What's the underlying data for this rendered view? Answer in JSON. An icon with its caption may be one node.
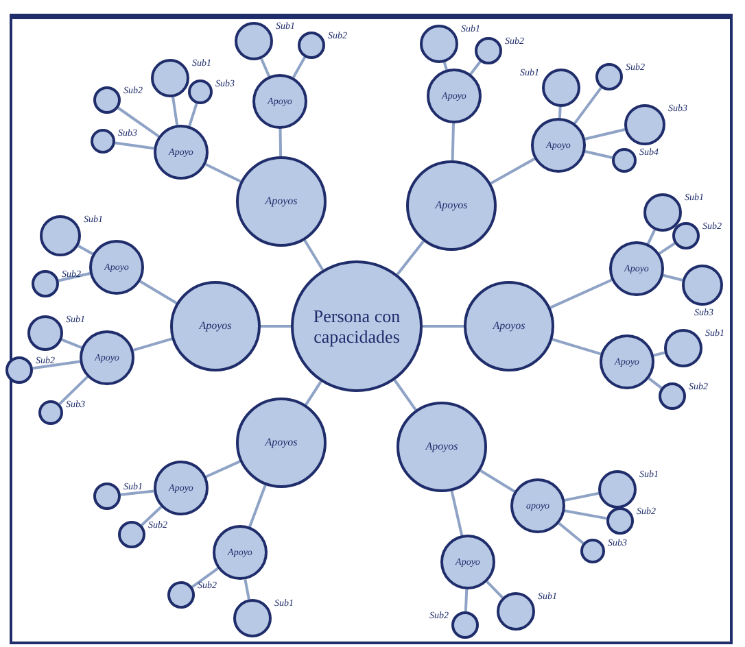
{
  "diagram": {
    "nodes": [
      {
        "text": [
          "Persona con capacidades"
        ]
      },
      {
        "text": [
          "Apoyos"
        ]
      },
      {
        "text": [
          "Apoyo"
        ]
      },
      {
        "text": [],
        "shape": "circle",
        "beside": [
          "Sub1"
        ]
      },
      {
        "text": [],
        "shape": "circle",
        "beside": [
          "Sub2"
        ]
      },
      {
        "text": [],
        "shape": "circle",
        "beside": [
          "Sub3"
        ]
      },
      {
        "text": [],
        "shape": "circle",
        "beside": [
          "Sub3"
        ]
      },
      {
        "text": [
          "Apoyo"
        ]
      },
      {
        "text": [],
        "shape": "circle",
        "beside": [
          "Sub1"
        ]
      },
      {
        "text": [],
        "shape": "circle",
        "beside": [
          "Sub2"
        ]
      },
      {
        "text": [
          "Apoyos"
        ]
      },
      {
        "text": [
          "Apoyo"
        ]
      },
      {
        "text": [],
        "shape": "circle",
        "beside": [
          "Sub1"
        ]
      },
      {
        "text": [],
        "shape": "circle",
        "beside": [
          "Sub2"
        ]
      },
      {
        "text": [
          "Apoyo"
        ]
      },
      {
        "text": [],
        "shape": "circle",
        "beside": [
          "Sub1"
        ]
      },
      {
        "text": [],
        "shape": "circle",
        "beside": [
          "Sub2"
        ]
      },
      {
        "text": [],
        "shape": "circle",
        "beside": [
          "Sub3"
        ]
      },
      {
        "text": [],
        "shape": "circle",
        "beside": [
          "Sub4"
        ]
      },
      {
        "text": [
          "Apoyos"
        ]
      },
      {
        "text": [
          "Apoyo"
        ]
      },
      {
        "text": [],
        "shape": "circle",
        "beside": [
          "Sub1"
        ]
      },
      {
        "text": [],
        "shape": "circle",
        "beside": [
          "Sub2"
        ]
      },
      {
        "text": [],
        "shape": "circle",
        "beside": [
          "Sub3"
        ]
      },
      {
        "text": [
          "Apoyo"
        ]
      },
      {
        "text": [],
        "shape": "circle",
        "beside": [
          "Sub1"
        ]
      },
      {
        "text": [],
        "shape": "circle",
        "beside": [
          "Sub2"
        ]
      },
      {
        "text": [
          "Apoyos"
        ]
      },
      {
        "text": [
          "apoyo"
        ]
      },
      {
        "text": [],
        "shape": "circle",
        "beside": [
          "Sub1"
        ]
      },
      {
        "text": [],
        "shape": "circle",
        "beside": [
          "Sub2"
        ]
      },
      {
        "text": [],
        "shape": "circle",
        "beside": [
          "Sub3"
        ]
      },
      {
        "text": [
          "Apoyo"
        ]
      },
      {
        "text": [],
        "shape": "circle",
        "beside": [
          "Sub1"
        ]
      },
      {
        "text": [],
        "shape": "circle",
        "beside": [
          "Sub2"
        ]
      },
      {
        "text": [
          "Apoyos"
        ]
      },
      {
        "text": [
          "Apoyo"
        ]
      },
      {
        "text": [],
        "shape": "circle",
        "beside": [
          "Sub1"
        ]
      },
      {
        "text": [],
        "shape": "circle",
        "beside": [
          "Sub2"
        ]
      },
      {
        "text": [
          "Apoyo"
        ]
      },
      {
        "text": [],
        "shape": "circle",
        "beside": [
          "Sub2"
        ]
      },
      {
        "text": [],
        "shape": "circle",
        "beside": [
          "Sub1"
        ]
      },
      {
        "text": [
          "Apoyos"
        ]
      },
      {
        "text": [
          "Apoyo"
        ]
      },
      {
        "text": [],
        "shape": "circle",
        "beside": [
          "Sub1"
        ]
      },
      {
        "text": [],
        "shape": "circle",
        "beside": [
          "Sub2"
        ]
      },
      {
        "text": [
          "Apoyo"
        ]
      },
      {
        "text": [],
        "shape": "circle",
        "beside": [
          "Sub1"
        ]
      },
      {
        "text": [],
        "shape": "circle",
        "beside": [
          "Sub2"
        ]
      },
      {
        "text": [],
        "shape": "circle",
        "beside": [
          "Sub3"
        ]
      }
    ],
    "edges": [
      {
        "from": 0,
        "to": 1,
        "arrow": "none"
      },
      {
        "from": 1,
        "to": 2,
        "arrow": "none"
      },
      {
        "from": 2,
        "to": 3,
        "arrow": "none"
      },
      {
        "from": 2,
        "to": 4,
        "arrow": "none"
      },
      {
        "from": 2,
        "to": 5,
        "arrow": "none"
      },
      {
        "from": 2,
        "to": 6,
        "arrow": "none"
      },
      {
        "from": 1,
        "to": 7,
        "arrow": "none"
      },
      {
        "from": 7,
        "to": 8,
        "arrow": "none"
      },
      {
        "from": 7,
        "to": 9,
        "arrow": "none"
      },
      {
        "from": 0,
        "to": 10,
        "arrow": "none"
      },
      {
        "from": 10,
        "to": 11,
        "arrow": "none"
      },
      {
        "from": 11,
        "to": 12,
        "arrow": "none"
      },
      {
        "from": 11,
        "to": 13,
        "arrow": "none"
      },
      {
        "from": 10,
        "to": 14,
        "arrow": "none"
      },
      {
        "from": 14,
        "to": 15,
        "arrow": "none"
      },
      {
        "from": 14,
        "to": 16,
        "arrow": "none"
      },
      {
        "from": 14,
        "to": 17,
        "arrow": "none"
      },
      {
        "from": 14,
        "to": 18,
        "arrow": "none"
      },
      {
        "from": 0,
        "to": 19,
        "arrow": "none"
      },
      {
        "from": 19,
        "to": 20,
        "arrow": "none"
      },
      {
        "from": 20,
        "to": 21,
        "arrow": "none"
      },
      {
        "from": 20,
        "to": 22,
        "arrow": "none"
      },
      {
        "from": 20,
        "to": 23,
        "arrow": "none"
      },
      {
        "from": 19,
        "to": 24,
        "arrow": "none"
      },
      {
        "from": 24,
        "to": 25,
        "arrow": "none"
      },
      {
        "from": 24,
        "to": 26,
        "arrow": "none"
      },
      {
        "from": 0,
        "to": 27,
        "arrow": "none"
      },
      {
        "from": 27,
        "to": 28,
        "arrow": "none"
      },
      {
        "from": 28,
        "to": 29,
        "arrow": "none"
      },
      {
        "from": 28,
        "to": 30,
        "arrow": "none"
      },
      {
        "from": 28,
        "to": 31,
        "arrow": "none"
      },
      {
        "from": 27,
        "to": 32,
        "arrow": "none"
      },
      {
        "from": 32,
        "to": 33,
        "arrow": "none"
      },
      {
        "from": 32,
        "to": 34,
        "arrow": "none"
      },
      {
        "from": 0,
        "to": 35,
        "arrow": "none"
      },
      {
        "from": 35,
        "to": 36,
        "arrow": "none"
      },
      {
        "from": 36,
        "to": 37,
        "arrow": "none"
      },
      {
        "from": 36,
        "to": 38,
        "arrow": "none"
      },
      {
        "from": 35,
        "to": 39,
        "arrow": "none"
      },
      {
        "from": 39,
        "to": 40,
        "arrow": "none"
      },
      {
        "from": 39,
        "to": 41,
        "arrow": "none"
      },
      {
        "from": 0,
        "to": 42,
        "arrow": "none"
      },
      {
        "from": 42,
        "to": 43,
        "arrow": "none"
      },
      {
        "from": 43,
        "to": 44,
        "arrow": "none"
      },
      {
        "from": 43,
        "to": 45,
        "arrow": "none"
      },
      {
        "from": 42,
        "to": 46,
        "arrow": "none"
      },
      {
        "from": 46,
        "to": 47,
        "arrow": "none"
      },
      {
        "from": 46,
        "to": 48,
        "arrow": "none"
      },
      {
        "from": 46,
        "to": 49,
        "arrow": "none"
      }
    ]
  }
}
